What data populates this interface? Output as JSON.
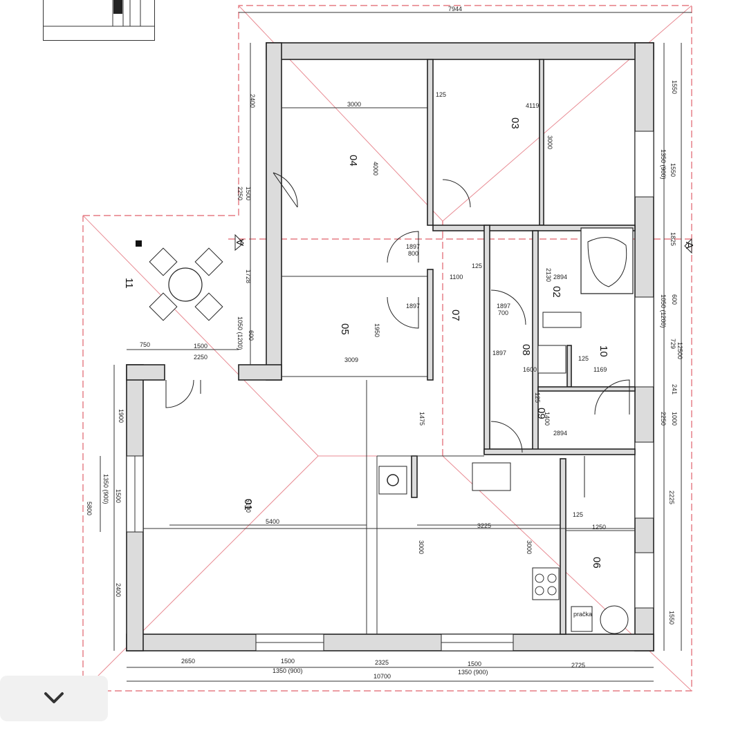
{
  "plan": {
    "rooms": [
      "01",
      "02",
      "03",
      "04",
      "05",
      "06",
      "07",
      "08",
      "09",
      "10",
      "11"
    ],
    "section_marks": [
      "A",
      "A"
    ],
    "labels": {
      "top_total": "7944",
      "bottom_total": "10700",
      "right_total": "12500",
      "left_total": "5800",
      "d_3000_top": "3000",
      "d_4119": "4119",
      "d_125_top": "125",
      "d_3000_v": "3000",
      "d_4000": "4000",
      "d_2400": "2400",
      "d_2250_l": "2250",
      "d_1500_l": "1500",
      "d_1728": "1728",
      "d_1050": "1050 (1200)",
      "d_600": "600",
      "d_750": "750",
      "d_1500_a": "1500",
      "d_2250_a": "2250",
      "d_1900": "1900",
      "d_1500_b": "1500",
      "d_1350": "1350 (900)",
      "d_2400_b": "2400",
      "d_2650": "2650",
      "d_1500_w1": "1500",
      "d_1350_w1": "1350 (900)",
      "d_2325": "2325",
      "d_1500_w2": "1500",
      "d_1350_w2": "1350 (900)",
      "d_2725": "2725",
      "d_5400": "5400",
      "d_5100": "5100",
      "d_3225": "3225",
      "d_3000_k": "3000",
      "d_3000_k2": "3000",
      "d_1100": "1100",
      "d_125_h": "125",
      "d_2894_a": "2894",
      "d_2894_b": "2894",
      "d_1600": "1600",
      "d_1169": "1169",
      "d_125_b": "125",
      "d_1250": "1250",
      "d_125_c": "125",
      "d_3009": "3009",
      "d_1475": "1475",
      "d_1950": "1950",
      "d_1897_a": "1897",
      "d_1897_b": "1897",
      "d_1897_c": "1897",
      "d_1897_d": "1897",
      "d_800": "800",
      "d_700": "700",
      "d_r1550": "1550",
      "d_r1350": "1350 (900)",
      "d_r1550b": "1550",
      "d_r1825": "1825",
      "d_r600": "600",
      "d_r1050": "1050 (1200)",
      "d_r2250": "2250",
      "d_r1000": "1000",
      "d_r2225": "2225",
      "d_r1550c": "1550",
      "d_r241": "241",
      "d_r729": "729",
      "pracka": "pračka",
      "d_1400": "1400",
      "d_125_v": "125",
      "d_2130": "2130"
    }
  },
  "nav": {
    "back_icon": "chevron-down-icon"
  },
  "colors": {
    "wall": "#dcdcdc",
    "red_line": "#e0606a",
    "ink": "#222222"
  }
}
